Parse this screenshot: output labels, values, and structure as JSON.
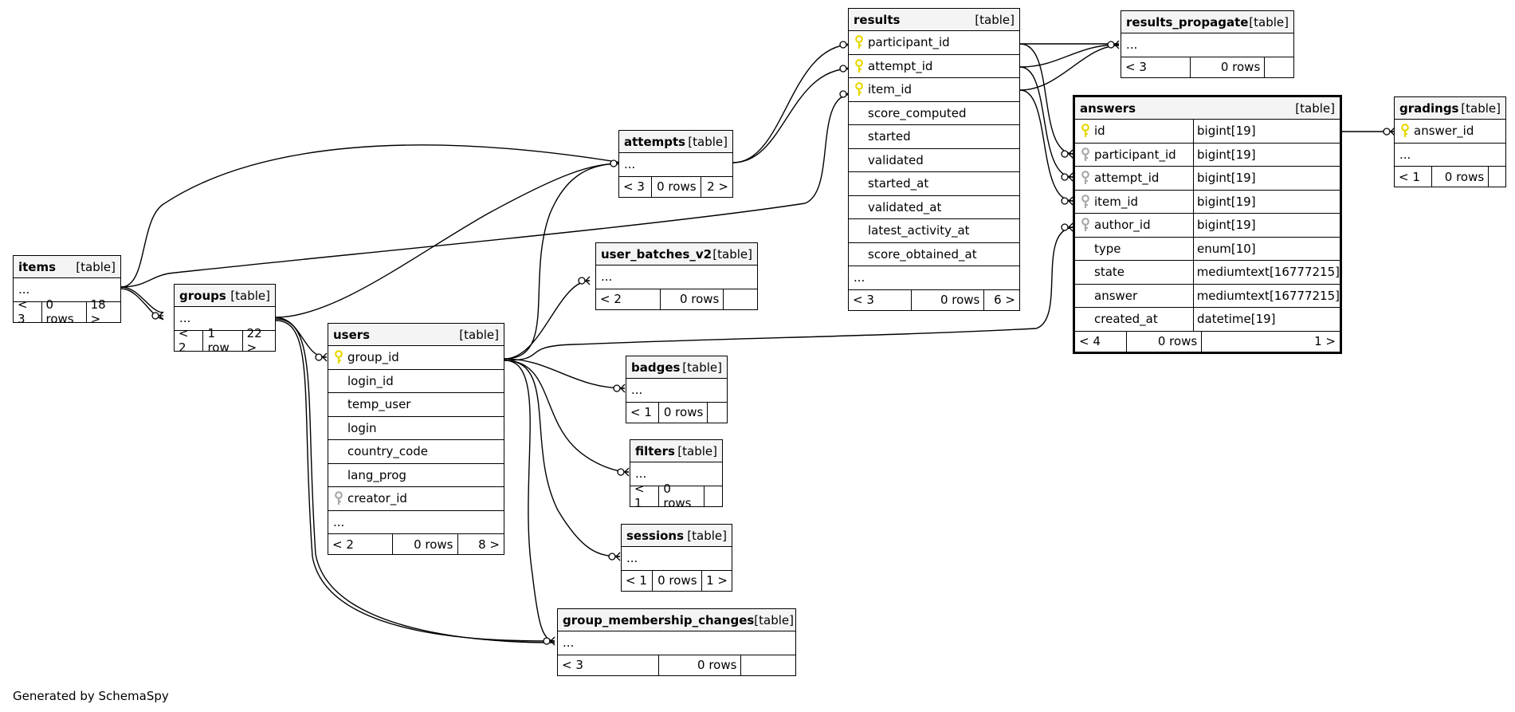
{
  "tables": {
    "items": {
      "name": "items",
      "type": "[table]",
      "cols": [
        {
          "name": "..."
        }
      ],
      "footer": [
        "< 3",
        "0 rows",
        "18 >"
      ]
    },
    "groups": {
      "name": "groups",
      "type": "[table]",
      "cols": [
        {
          "name": "..."
        }
      ],
      "footer": [
        "< 2",
        "1 row",
        "22 >"
      ]
    },
    "users": {
      "name": "users",
      "type": "[table]",
      "cols": [
        {
          "name": "group_id",
          "key": "pk"
        },
        {
          "name": "login_id"
        },
        {
          "name": "temp_user"
        },
        {
          "name": "login"
        },
        {
          "name": "country_code"
        },
        {
          "name": "lang_prog"
        },
        {
          "name": "creator_id",
          "key": "fk"
        },
        {
          "name": "..."
        }
      ],
      "footer": [
        "< 2",
        "0 rows",
        "8 >"
      ]
    },
    "attempts": {
      "name": "attempts",
      "type": "[table]",
      "cols": [
        {
          "name": "..."
        }
      ],
      "footer": [
        "< 3",
        "0 rows",
        "2 >"
      ]
    },
    "user_batches_v2": {
      "name": "user_batches_v2",
      "type": "[table]",
      "cols": [
        {
          "name": "..."
        }
      ],
      "footer": [
        "< 2",
        "0 rows",
        ""
      ]
    },
    "badges": {
      "name": "badges",
      "type": "[table]",
      "cols": [
        {
          "name": "..."
        }
      ],
      "footer": [
        "< 1",
        "0 rows",
        ""
      ]
    },
    "filters": {
      "name": "filters",
      "type": "[table]",
      "cols": [
        {
          "name": "..."
        }
      ],
      "footer": [
        "< 1",
        "0 rows",
        ""
      ]
    },
    "sessions": {
      "name": "sessions",
      "type": "[table]",
      "cols": [
        {
          "name": "..."
        }
      ],
      "footer": [
        "< 1",
        "0 rows",
        "1 >"
      ]
    },
    "group_membership_changes": {
      "name": "group_membership_changes",
      "type": "[table]",
      "cols": [
        {
          "name": "..."
        }
      ],
      "footer": [
        "< 3",
        "0 rows",
        ""
      ]
    },
    "results": {
      "name": "results",
      "type": "[table]",
      "cols": [
        {
          "name": "participant_id",
          "key": "pk"
        },
        {
          "name": "attempt_id",
          "key": "pk"
        },
        {
          "name": "item_id",
          "key": "pk"
        },
        {
          "name": "score_computed"
        },
        {
          "name": "started"
        },
        {
          "name": "validated"
        },
        {
          "name": "started_at"
        },
        {
          "name": "validated_at"
        },
        {
          "name": "latest_activity_at"
        },
        {
          "name": "score_obtained_at"
        },
        {
          "name": "..."
        }
      ],
      "footer": [
        "< 3",
        "0 rows",
        "6 >"
      ]
    },
    "results_propagate": {
      "name": "results_propagate",
      "type": "[table]",
      "cols": [
        {
          "name": "..."
        }
      ],
      "footer": [
        "< 3",
        "0 rows",
        ""
      ]
    },
    "answers": {
      "name": "answers",
      "type": "[table]",
      "cols": [
        {
          "name": "id",
          "key": "pk",
          "dtype": "bigint[19]"
        },
        {
          "name": "participant_id",
          "key": "fk",
          "dtype": "bigint[19]"
        },
        {
          "name": "attempt_id",
          "key": "fk",
          "dtype": "bigint[19]"
        },
        {
          "name": "item_id",
          "key": "fk",
          "dtype": "bigint[19]"
        },
        {
          "name": "author_id",
          "key": "fk",
          "dtype": "bigint[19]"
        },
        {
          "name": "type",
          "dtype": "enum[10]"
        },
        {
          "name": "state",
          "dtype": "mediumtext[16777215]"
        },
        {
          "name": "answer",
          "dtype": "mediumtext[16777215]"
        },
        {
          "name": "created_at",
          "dtype": "datetime[19]"
        }
      ],
      "footer": [
        "< 4",
        "0 rows",
        "1 >"
      ]
    },
    "gradings": {
      "name": "gradings",
      "type": "[table]",
      "cols": [
        {
          "name": "answer_id",
          "key": "pk"
        },
        {
          "name": "..."
        }
      ],
      "footer": [
        "< 1",
        "0 rows",
        ""
      ]
    }
  },
  "icons": {
    "pk": "primary-key-icon",
    "fk": "foreign-key-icon"
  },
  "colors": {
    "pk_key": "#e6d800",
    "fk_key": "#aaaaaa",
    "header_bg": "#f4f4f4"
  },
  "credit": "Generated by SchemaSpy"
}
